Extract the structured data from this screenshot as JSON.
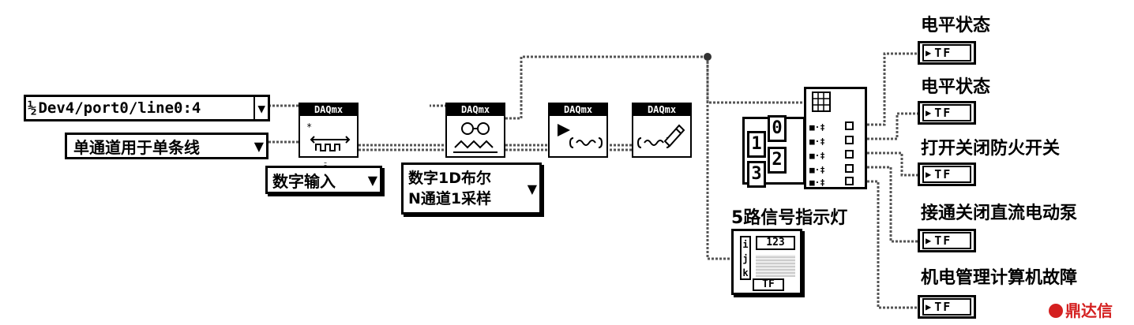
{
  "controls": {
    "channel": "Dev4/port0/line0:4",
    "line_grouping": "单通道用于单条线",
    "measurement_type": "数字输入",
    "read_format_line1": "数字1D布尔",
    "read_format_line2": "N通道1采样",
    "channel_prefix": "½"
  },
  "vi_header": "DAQmx",
  "array_constants": [
    "1",
    "3",
    "0",
    "2"
  ],
  "indicator_text": "TF",
  "loop_box": {
    "terminals": [
      "i",
      "j",
      "k"
    ],
    "count": "123",
    "footer": "TF"
  },
  "labels": {
    "indicator_group": "5路信号指示灯",
    "led_1": "电平状态",
    "led_2": "电平状态",
    "led_3": "打开关闭防火开关",
    "led_4": "接通关闭直流电动泵",
    "led_5": "机电管理计算机故障"
  },
  "watermark": "鼎达信",
  "colors": {
    "wire": "#555555",
    "logo": "#d42020"
  }
}
